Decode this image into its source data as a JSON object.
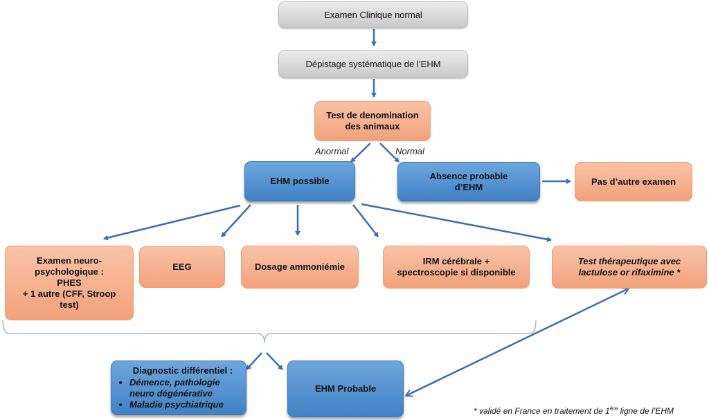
{
  "nodes": {
    "examen_clinique": "Examen Clinique normal",
    "depistage": "Dépistage systématique de l’EHM",
    "test_denomination_l1": "Test de denomination",
    "test_denomination_l2": "des animaux",
    "ehm_possible": "EHM possible",
    "absence_l1": "Absence probable",
    "absence_l2": "d’EHM",
    "pas_autre": "Pas d’autre examen",
    "neuro_l1": "Examen neuro-",
    "neuro_l2": "psychologique :",
    "neuro_l3": "PHES",
    "neuro_l4": "+ 1 autre (CFF, Stroop",
    "neuro_l5": "test)",
    "eeg": "EEG",
    "ammoniemie": "Dosage ammoniémie",
    "irm_l1": "IRM cérébrale +",
    "irm_l2": "spectroscopie si disponible",
    "therapeutique_l1": "Test thérapeutique avec",
    "therapeutique_l2": "lactulose or rifaximine *",
    "diff_title": "Diagnostic différentiel :",
    "diff_items": [
      "Démence, pathologie neuro dégénérative",
      "Maladie psychiatrique"
    ],
    "ehm_probable": "EHM Probable"
  },
  "edge_labels": {
    "anormal": "Anormal",
    "normal": "Normal"
  },
  "footnote": {
    "prefix": "* validé en France en traitement de 1",
    "sup": "ère",
    "suffix": " ligne de l’EHM"
  },
  "colors": {
    "arrow": "#3a6db5",
    "brace": "#8eaadb",
    "orange_fill": "#f4ad88",
    "blue_fill": "#5b9bd5",
    "gray_fill": "#d9d9d9"
  }
}
